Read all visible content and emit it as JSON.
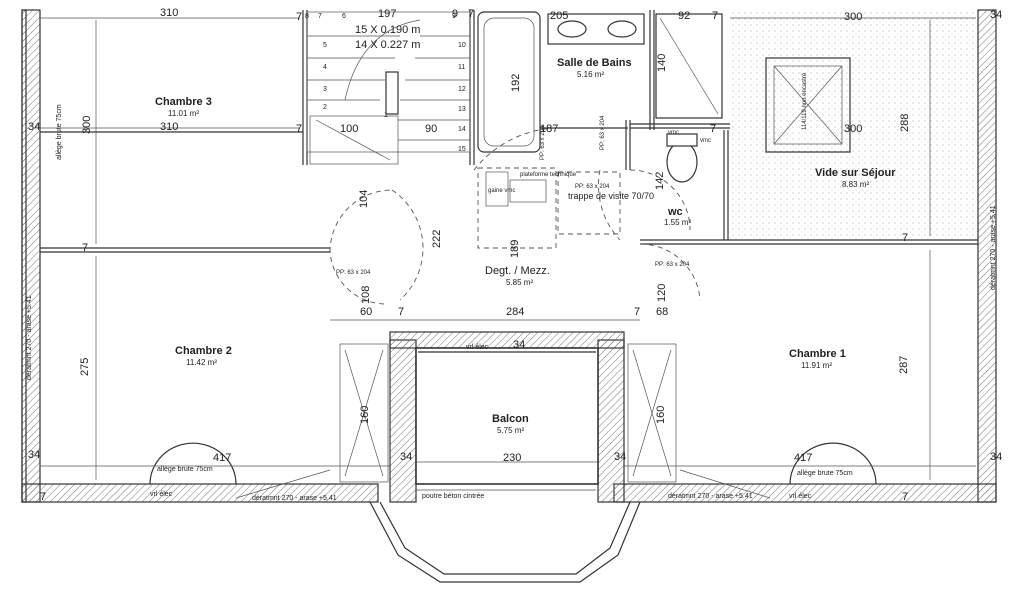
{
  "rooms": {
    "chambre3": {
      "name": "Chambre 3",
      "area": "11.01 m²"
    },
    "chambre2": {
      "name": "Chambre 2",
      "area": "11.42 m²"
    },
    "chambre1": {
      "name": "Chambre 1",
      "area": "11.91 m²"
    },
    "sdb": {
      "name": "Salle de Bains",
      "area": "5.16 m²"
    },
    "wc": {
      "name": "wc",
      "area": "1.55 m²"
    },
    "degt": {
      "name": "Degt. / Mezz.",
      "area": "5.85 m²"
    },
    "balcon": {
      "name": "Balcon",
      "area": "5.75 m²"
    },
    "vide": {
      "name": "Vide sur Séjour",
      "area": "8.83 m²"
    }
  },
  "stair": {
    "line1": "15 X 0.190 m",
    "line2": "14 X 0.227 m",
    "steps": [
      "8",
      "7",
      "6",
      "5",
      "4",
      "3",
      "2",
      "1",
      "9",
      "10",
      "11",
      "12",
      "13",
      "14",
      "15"
    ]
  },
  "annotations": {
    "trappe": "trappe de visite 70/70",
    "plateforme": "plateforme technique",
    "gaine": "gaine vmc",
    "vmc": "vmc",
    "vmc2": "vmc",
    "vrl1": "vrl élec",
    "vrl2": "vrl élec",
    "vrl3": "vrl élec",
    "allege1": "allège brute 75cm",
    "allege2": "allège brute 75cm",
    "allege3": "allège brute 75cm",
    "deraset1": "dératmnt 270 - arase +5.41",
    "deraset2": "dératmnt 270 - arase +5.41",
    "deraset3": "dératmnt 270 - arase +5.41",
    "deraset4": "dératmnt 270 - arase +5.41",
    "poutre": "poutre béton cintrée",
    "trappe_vide": "114/119 non encastré",
    "pp1": "PP: 63 x 204",
    "pp2": "PP: 63 x 204",
    "pp3": "PP: 63 x 204",
    "pp4": "PP: 63 x 204",
    "pp5": "PP: 63 x 204"
  },
  "dims": {
    "d310a": "310",
    "d7a": "7",
    "d197": "197",
    "d9": "9",
    "d7b": "7",
    "d205": "205",
    "d92": "92",
    "d7c": "7",
    "d300a": "300",
    "d310b": "310",
    "d7d": "7",
    "d100": "100",
    "d90": "90",
    "d187": "187",
    "d7e": "7",
    "d300b": "300",
    "d300c": "300",
    "d288": "288",
    "d192": "192",
    "d140": "140",
    "d142": "142",
    "d104": "104",
    "d222": "222",
    "d189": "189",
    "d108": "108",
    "d120": "120",
    "d60": "60",
    "d7f": "7",
    "d284": "284",
    "d7g": "7",
    "d68": "68",
    "d275": "275",
    "d287": "287",
    "d160a": "160",
    "d160b": "160",
    "d417a": "417",
    "d417b": "417",
    "d230": "230",
    "d34a": "34",
    "d34b": "34",
    "d34c": "34",
    "d34d": "34",
    "d34e": "34",
    "d34f": "34",
    "d34g": "34",
    "d7h": "7",
    "d7i": "7",
    "d7j": "7",
    "d7k": "7"
  },
  "colors": {
    "wall": "#333333",
    "hatch": "#777777",
    "paper": "#ffffff"
  }
}
